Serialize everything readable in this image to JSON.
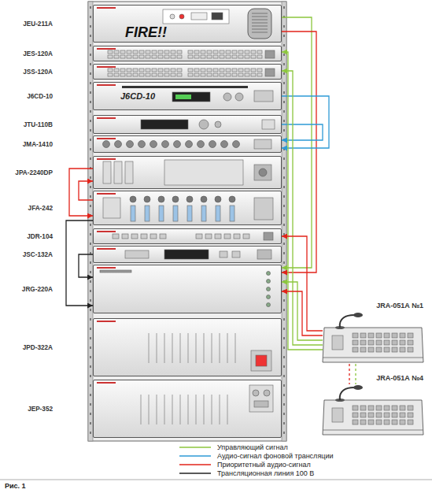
{
  "diagram": {
    "caption": "Рис. 1",
    "nodes": [
      {
        "text": [
          "JEU-211A",
          "FIRE!!"
        ]
      },
      {
        "text": [
          "JES-120A"
        ]
      },
      {
        "text": [
          "JSS-120A"
        ]
      },
      {
        "text": [
          "J6CD-10",
          "J6CD-10"
        ]
      },
      {
        "text": [
          "JTU-110B"
        ]
      },
      {
        "text": [
          "JMA-1410"
        ]
      },
      {
        "text": [
          "JPA-2240DP"
        ]
      },
      {
        "text": [
          "JFA-242"
        ]
      },
      {
        "text": [
          "JDR-104"
        ]
      },
      {
        "text": [
          "JSC-132A"
        ]
      },
      {
        "text": [
          "JRG-220A"
        ]
      },
      {
        "text": [
          "JPD-322A"
        ]
      },
      {
        "text": [
          "JEP-352"
        ]
      },
      {
        "text": [
          "JRA-051A №1"
        ]
      },
      {
        "text": [
          "JRA-051A №4"
        ]
      }
    ],
    "edges": [
      {
        "from": 0,
        "to": 10,
        "arrow": "to"
      },
      {
        "from": 0,
        "to": 10,
        "arrow": "to"
      },
      {
        "from": 3,
        "to": 5,
        "arrow": "to"
      },
      {
        "from": 4,
        "to": 5,
        "arrow": "to"
      },
      {
        "from": 6,
        "to": 7,
        "arrow": "to"
      },
      {
        "from": 7,
        "to": 6,
        "arrow": "to"
      },
      {
        "from": 7,
        "to": 10,
        "arrow": "to"
      },
      {
        "from": 9,
        "to": 10,
        "arrow": "to"
      },
      {
        "from": 13,
        "to": 1,
        "arrow": "to"
      },
      {
        "from": 13,
        "to": 2,
        "arrow": "to"
      },
      {
        "from": 13,
        "to": 10,
        "arrow": "to"
      },
      {
        "from": 13,
        "to": 10,
        "arrow": "to"
      },
      {
        "from": 13,
        "to": 8,
        "arrow": "to"
      },
      {
        "from": 13,
        "to": 14,
        "arrow": "none"
      },
      {
        "from": 13,
        "to": 14,
        "arrow": "none"
      }
    ],
    "legend": [
      {
        "text": "Управляющий сигнал"
      },
      {
        "text": "Аудио-сигнал фоновой трансляции"
      },
      {
        "text": "Приоритетный аудио-сигнал"
      },
      {
        "text": "Трансляционная линия 100 В"
      }
    ]
  }
}
